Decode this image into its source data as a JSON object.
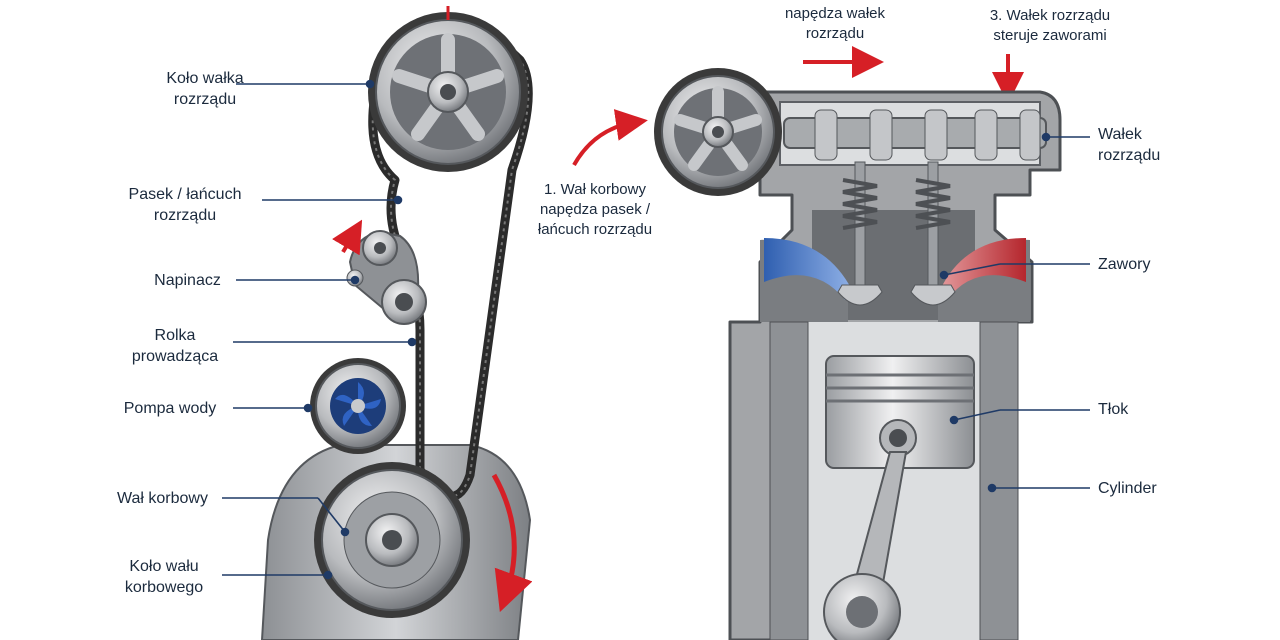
{
  "colors": {
    "leader": "#1f3a66",
    "arrow": "#d61f26",
    "metal_light": "#d9dadc",
    "metal_mid": "#a3a5a8",
    "metal_dark": "#5b5e62",
    "belt": "#2b2b2b",
    "intake_port": "#3f6fbf",
    "exhaust_port": "#c2343a",
    "pump_impeller": "#2f63c4"
  },
  "left_labels": {
    "camshaft_pulley": [
      "Koło wałka",
      "rozrządu"
    ],
    "timing_belt": [
      "Pasek / łańcuch",
      "rozrządu"
    ],
    "tensioner": [
      "Napinacz"
    ],
    "idler_pulley": [
      "Rolka",
      "prowadząca"
    ],
    "water_pump": [
      "Pompa wody"
    ],
    "crankshaft": [
      "Wał korbowy"
    ],
    "crank_pulley": [
      "Koło wału",
      "korbowego"
    ]
  },
  "steps": {
    "step1": [
      "1. Wał korbowy",
      "napędza pasek /",
      "łańcuch rozrządu"
    ],
    "step2": [
      "napędza wałek",
      "rozrządu"
    ],
    "step3": [
      "3. Wałek rozrządu",
      "steruje zaworami"
    ]
  },
  "right_labels": {
    "camshaft": [
      "Wałek",
      "rozrządu"
    ],
    "valves": [
      "Zawory"
    ],
    "piston": [
      "Tłok"
    ],
    "cylinder": [
      "Cylinder"
    ]
  },
  "icons": [
    "red-rotation-arrow",
    "leader-dot",
    "valve-spring",
    "impeller"
  ]
}
